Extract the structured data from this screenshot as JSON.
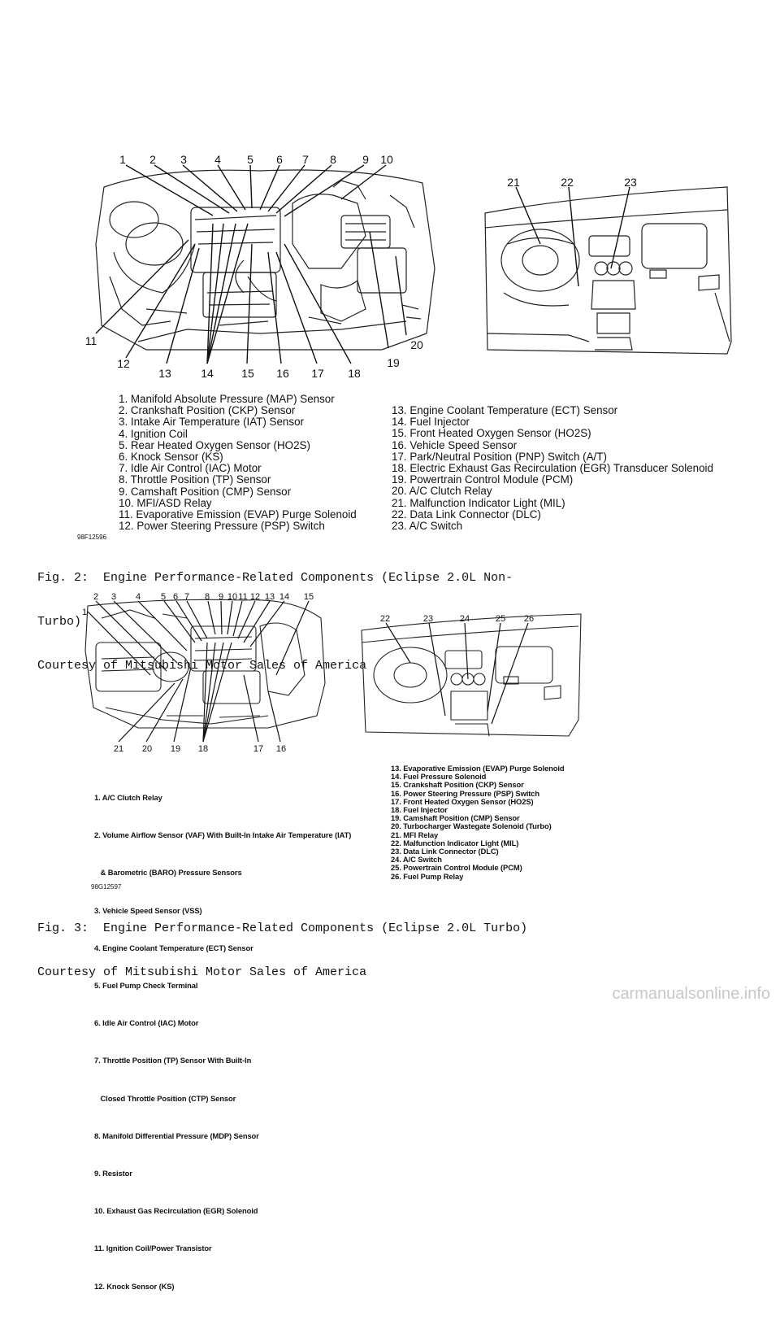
{
  "figure2": {
    "numbers_top": [
      "1",
      "2",
      "3",
      "4",
      "5",
      "6",
      "7",
      "8",
      "9",
      "10"
    ],
    "numbers_bottom": [
      "11",
      "12",
      "13",
      "14",
      "15",
      "16",
      "17",
      "18",
      "19",
      "20"
    ],
    "numbers_dash": [
      "21",
      "22",
      "23"
    ],
    "legend_left": [
      "1. Manifold Absolute Pressure (MAP) Sensor",
      "2. Crankshaft Position (CKP) Sensor",
      "3. Intake Air Temperature (IAT) Sensor",
      "4. Ignition Coil",
      "5. Rear Heated Oxygen Sensor (HO2S)",
      "6. Knock Sensor (KS)",
      "7. Idle Air Control (IAC) Motor",
      "8. Throttle Position (TP) Sensor",
      "9. Camshaft Position (CMP) Sensor",
      "10. MFI/ASD Relay",
      "11. Evaporative Emission (EVAP) Purge Solenoid",
      "12. Power Steering Pressure (PSP) Switch"
    ],
    "legend_right": [
      "13. Engine Coolant Temperature (ECT) Sensor",
      "14. Fuel Injector",
      "15. Front Heated Oxygen Sensor (HO2S)",
      "16. Vehicle Speed Sensor",
      "17. Park/Neutral Position (PNP) Switch (A/T)",
      "18. Electric Exhaust Gas Recirculation (EGR) Transducer Solenoid",
      "19. Powertrain Control Module (PCM)",
      "20. A/C Clutch Relay",
      "21. Malfunction Indicator Light (MIL)",
      "22. Data Link Connector (DLC)",
      "23. A/C Switch"
    ],
    "code": "98F12596",
    "caption_line1": "Fig. 2:  Engine Performance-Related Components (Eclipse 2.0L Non-",
    "caption_line2": "Turbo)",
    "caption_line3": "Courtesy of Mitsubishi Motor Sales of America"
  },
  "figure3": {
    "numbers_top": [
      "1",
      "2",
      "3",
      "4",
      "5",
      "6",
      "7",
      "8",
      "9",
      "10",
      "11",
      "12",
      "13",
      "14",
      "15"
    ],
    "numbers_bottom": [
      "21",
      "20",
      "19",
      "18",
      "17",
      "16"
    ],
    "numbers_dash": [
      "22",
      "23",
      "24",
      "25",
      "26"
    ],
    "legend_left": [
      "1. A/C Clutch Relay",
      "2. Volume Airflow Sensor (VAF) With Built-In Intake Air Temperature (IAT)",
      "   & Barometric (BARO) Pressure Sensors",
      "3. Vehicle Speed Sensor (VSS)",
      "4. Engine Coolant Temperature (ECT) Sensor",
      "5. Fuel Pump Check Terminal",
      "6. Idle Air Control (IAC) Motor",
      "7. Throttle Position (TP) Sensor With Built-In",
      "   Closed Throttle Position (CTP) Sensor",
      "8. Manifold Differential Pressure (MDP) Sensor",
      "9. Resistor",
      "10. Exhaust Gas Recirculation (EGR) Solenoid",
      "11. Ignition Coil/Power Transistor",
      "12. Knock Sensor (KS)"
    ],
    "legend_right": [
      "13. Evaporative Emission (EVAP) Purge Solenoid",
      "14. Fuel Pressure Solenoid",
      "15. Crankshaft Position (CKP) Sensor",
      "16. Power Steering Pressure (PSP) Switch",
      "17. Front Heated Oxygen Sensor (HO2S)",
      "18. Fuel Injector",
      "19. Camshaft Position (CMP) Sensor",
      "20. Turbocharger Wastegate Solenoid (Turbo)",
      "21. MFI Relay",
      "22. Malfunction Indicator Light (MIL)",
      "23. Data Link Connector (DLC)",
      "24. A/C Switch",
      "25. Powertrain Control Module (PCM)",
      "26. Fuel Pump Relay"
    ],
    "code": "98G12597",
    "caption_line1": "Fig. 3:  Engine Performance-Related Components (Eclipse 2.0L Turbo)",
    "caption_line2": "Courtesy of Mitsubishi Motor Sales of America"
  },
  "watermark": "carmanualsonline.info"
}
